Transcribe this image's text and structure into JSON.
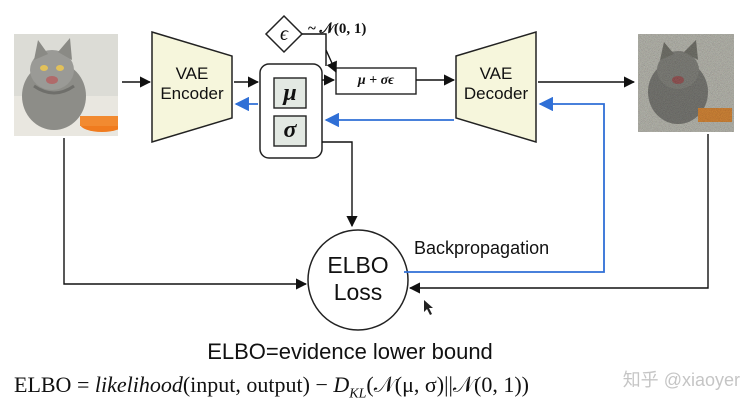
{
  "encoder": {
    "line1": "VAE",
    "line2": "Encoder"
  },
  "decoder": {
    "line1": "VAE",
    "line2": "Decoder"
  },
  "latent": {
    "mu": "μ",
    "sigma": "σ"
  },
  "noise": {
    "symbol": "ϵ",
    "distribution": "~ 𝒩(0, 1)"
  },
  "reparam": {
    "formula": "μ + σϵ"
  },
  "loss": {
    "line1": "ELBO",
    "line2": "Loss"
  },
  "backprop": {
    "label": "Backpropagation"
  },
  "caption": {
    "definition": "ELBO=evidence lower bound"
  },
  "formula": {
    "lhs": "ELBO",
    "eq": "=",
    "likelihood": "likelihood",
    "args": "(input, output)",
    "minus": "−",
    "dkl": "D",
    "dkl_sub": "KL",
    "kl_args": "(𝒩(μ, σ)||𝒩(0, 1))"
  },
  "watermark": {
    "text": "知乎 @xiaoyer"
  },
  "colors": {
    "vae_fill": "#f6f6dc",
    "backprop_blue": "#2f6fd6",
    "latent_fill": "#e3e9e3"
  }
}
